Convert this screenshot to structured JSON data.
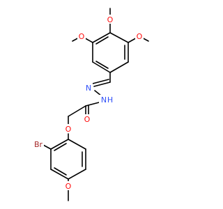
{
  "molecule": {
    "atoms": {
      "o_top": "O",
      "o_left": "O",
      "o_right": "O",
      "o_ring_ome": "O",
      "o_ether": "O",
      "o_carbonyl": "O",
      "n1": "N",
      "n2": "N",
      "nh_h": "H",
      "br": "Br"
    },
    "colors": {
      "bond": "#000000",
      "oxygen": "#ff0d0d",
      "nitrogen": "#3050f8",
      "bromine": "#a62929",
      "hydrogen": "#3050f8"
    }
  }
}
